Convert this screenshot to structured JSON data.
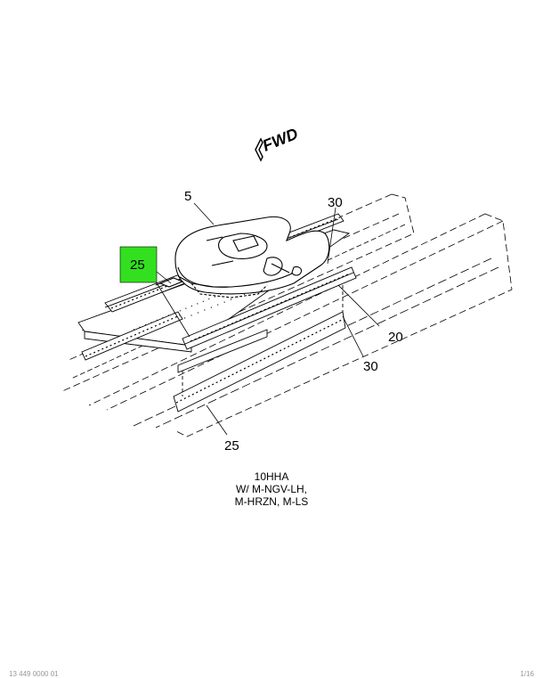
{
  "diagram": {
    "direction_label": "FWD",
    "callouts": {
      "c5": "5",
      "c30_top": "30",
      "c25_highlight": "25",
      "c20": "20",
      "c30_bottom": "30",
      "c25_bottom": "25"
    },
    "highlight_color": "#33e01f",
    "caption": [
      "10HHA",
      "W/ M-NGV-LH,",
      "M-HRZN, M-LS"
    ],
    "footer_left": "13 449 0000 01",
    "footer_right": "1/16"
  }
}
